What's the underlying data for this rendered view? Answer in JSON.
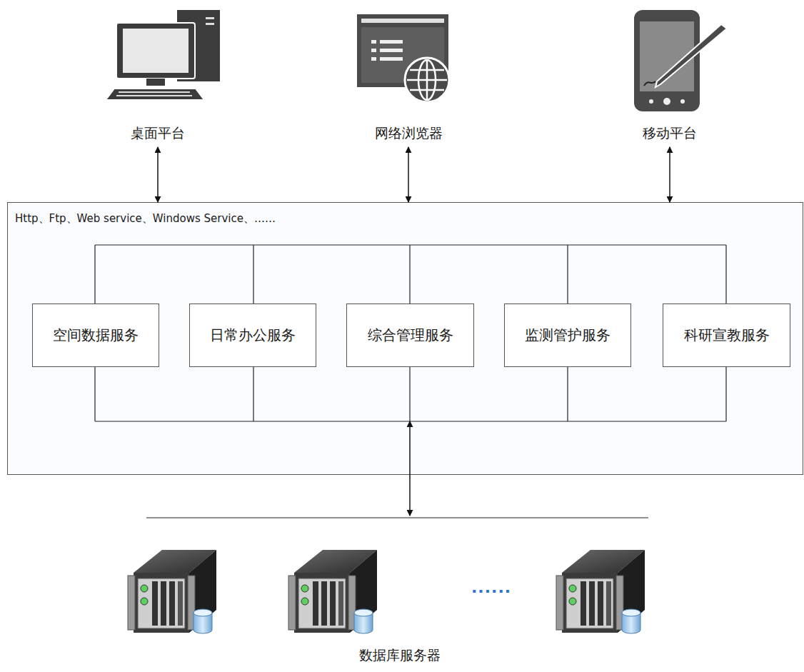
{
  "diagram": {
    "nodes": [
      {
        "text": [
          "桌面平台"
        ]
      },
      {
        "text": [
          "网络浏览器"
        ]
      },
      {
        "text": [
          "移动平台"
        ]
      },
      {
        "text": [
          "Http、Ftp、Web service、Windows Service、……"
        ]
      },
      {
        "text": [
          "空间数据服务"
        ],
        "in": 3
      },
      {
        "text": [
          "日常办公服务"
        ],
        "in": 3
      },
      {
        "text": [
          "综合管理服务"
        ],
        "in": 3
      },
      {
        "text": [
          "监测管护服务"
        ],
        "in": 3
      },
      {
        "text": [
          "科研宣教服务"
        ],
        "in": 3
      },
      {
        "text": [
          "数据库服务器"
        ]
      }
    ],
    "edges": [
      {
        "from": 0,
        "to": 3,
        "arrow": "both"
      },
      {
        "from": 1,
        "to": 3,
        "arrow": "both"
      },
      {
        "from": 2,
        "to": 3,
        "arrow": "both"
      },
      {
        "from": 3,
        "to": 9,
        "arrow": "both"
      }
    ],
    "labels": [
      "......"
    ]
  }
}
